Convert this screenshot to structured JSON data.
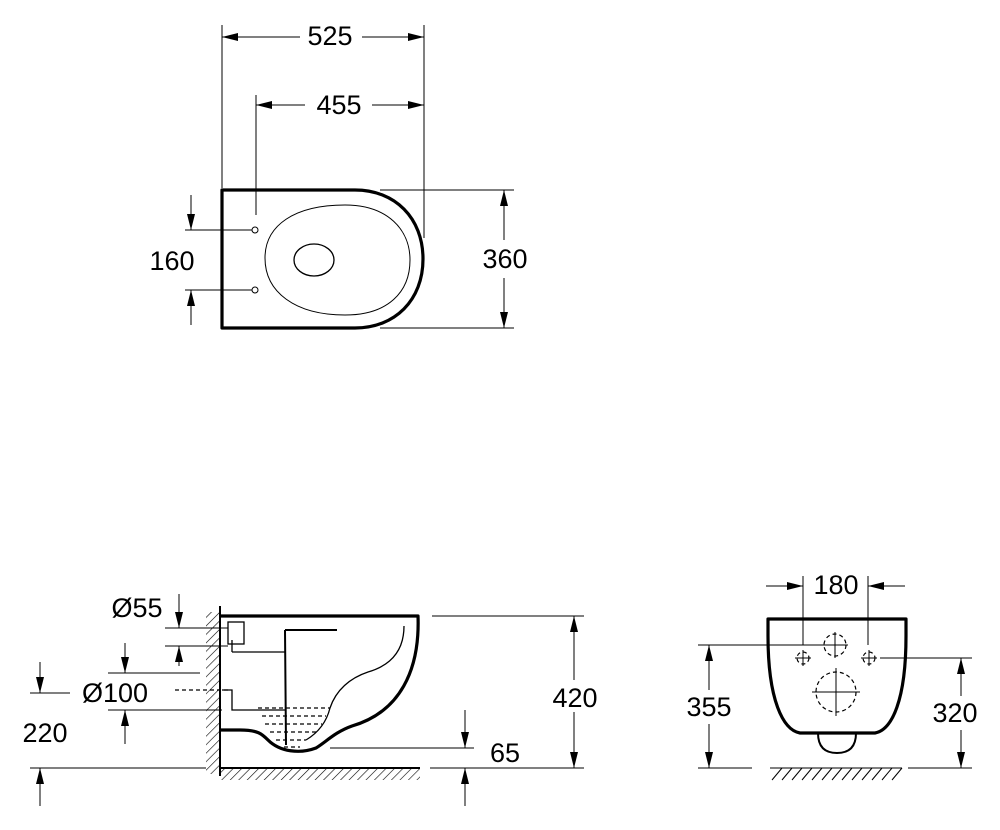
{
  "dimensions": {
    "top_overall_length": "525",
    "top_seat_length": "455",
    "top_hole_spacing": "160",
    "top_width": "360",
    "side_outlet_diameter": "Ø55",
    "side_drain_diameter": "Ø100",
    "side_drain_height": "220",
    "side_total_height": "420",
    "side_base_offset": "65",
    "front_hole_spacing": "180",
    "front_left_height": "355",
    "front_right_height": "320"
  }
}
